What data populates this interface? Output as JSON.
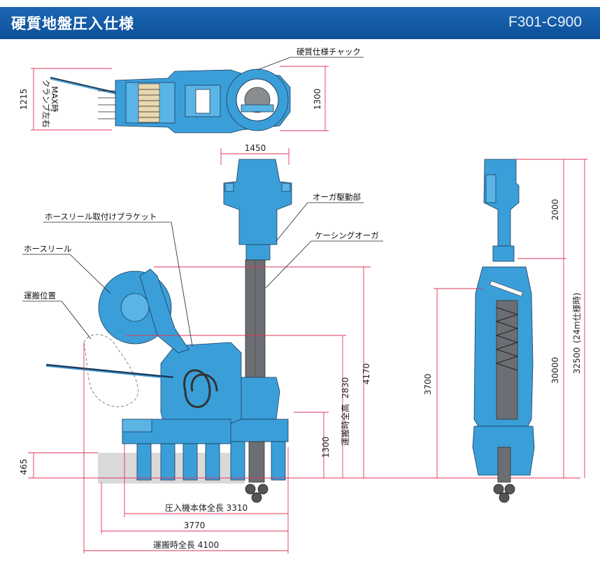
{
  "header": {
    "title": "硬質地盤圧入仕様",
    "model": "F301-C900",
    "bar_color": "#1560ad"
  },
  "labels": {
    "hard_chuck": "硬質仕様チャック",
    "auger_drive": "オーガ駆動部",
    "hose_reel_bracket": "ホースリール取付けブラケット",
    "hose_reel": "ホースリール",
    "casing_auger": "ケーシングオーガ",
    "transport_position": "運搬位置",
    "clamp_lr": "クランプ左右",
    "clamp_max": "MAX時"
  },
  "dimensions": {
    "top_width": "1215",
    "top_right": "1300",
    "auger_width": "1450",
    "transport_height_label": "運搬時全高",
    "transport_height": "2830",
    "overall_height": "4170",
    "base_height": "1300",
    "ground_offset": "465",
    "press_body_length": "圧入機本体全長 3310",
    "length_3770": "3770",
    "transport_length": "運搬時全長 4100",
    "side_2000": "2000",
    "side_3700": "3700",
    "side_30000": "30000",
    "side_32500": "32500",
    "side_24m": "(24m仕様時)"
  },
  "colors": {
    "machine": "#3a9fd8",
    "dimension_lines": "#e0345a",
    "ground": "#d9d9d9"
  }
}
